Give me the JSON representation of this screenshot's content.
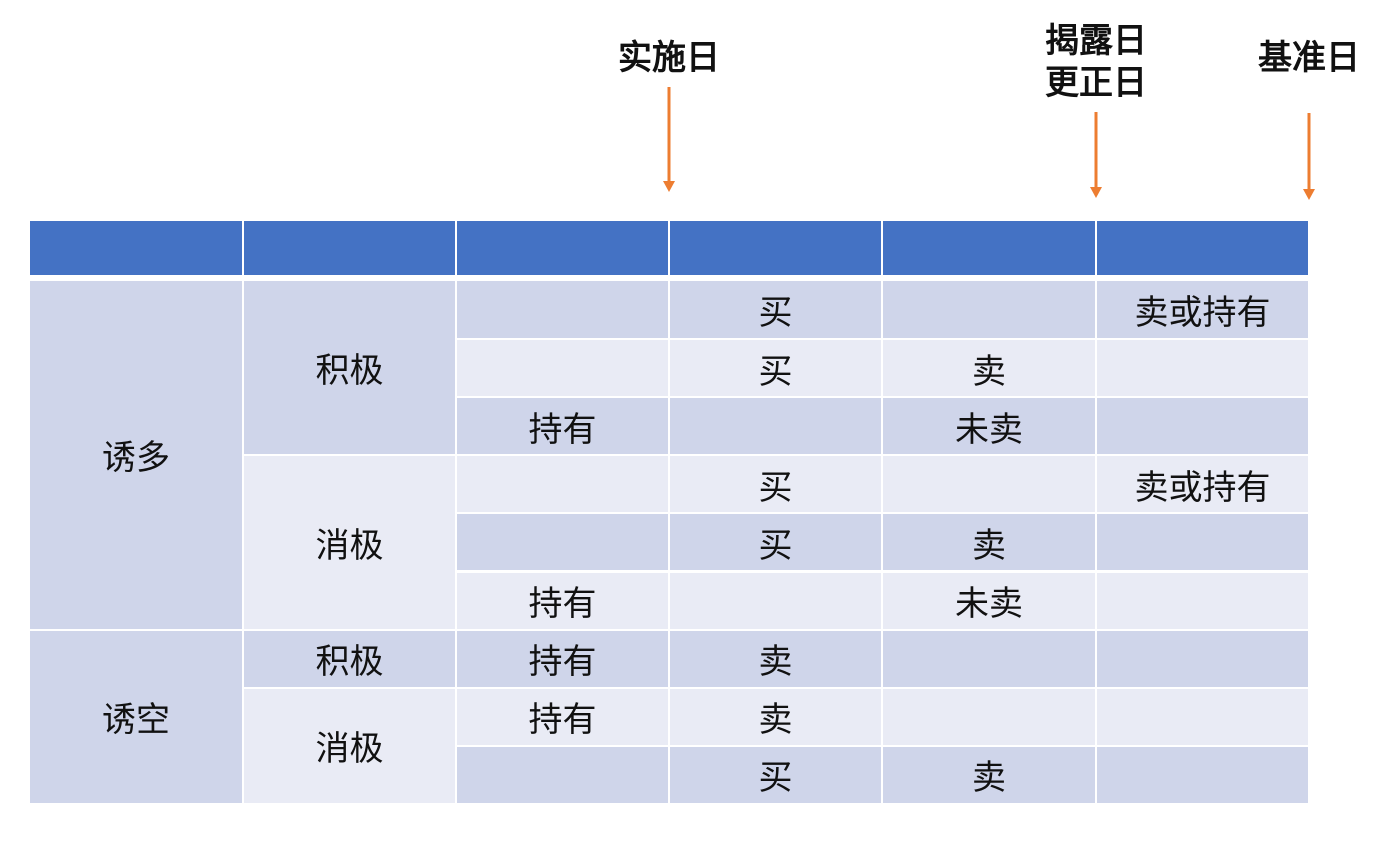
{
  "markers": [
    {
      "name": "marker-implementation-day",
      "lines": [
        "实施日"
      ]
    },
    {
      "name": "marker-disclosure-day",
      "lines": [
        "揭露日",
        "更正日"
      ]
    },
    {
      "name": "marker-base-day",
      "lines": [
        "基准日"
      ]
    }
  ],
  "header": [
    "",
    "",
    "",
    "",
    "",
    ""
  ],
  "groups": [
    {
      "label": "诱多",
      "subgroups": [
        {
          "label": "积极",
          "rows": [
            [
              "",
              "买",
              "",
              "卖或持有"
            ],
            [
              "",
              "买",
              "卖",
              ""
            ],
            [
              "持有",
              "",
              "未卖",
              ""
            ]
          ]
        },
        {
          "label": "消极",
          "rows": [
            [
              "",
              "买",
              "",
              "卖或持有"
            ],
            [
              "",
              "买",
              "卖",
              ""
            ],
            [
              "持有",
              "",
              "未卖",
              ""
            ]
          ]
        }
      ]
    },
    {
      "label": "诱空",
      "subgroups": [
        {
          "label": "积极",
          "rows": [
            [
              "持有",
              "卖",
              "",
              ""
            ]
          ]
        },
        {
          "label": "消极",
          "rows": [
            [
              "持有",
              "卖",
              "",
              ""
            ],
            [
              "",
              "买",
              "卖",
              ""
            ]
          ]
        }
      ]
    }
  ],
  "colors": {
    "header": "#4472C4",
    "row_dark": "#CFD5EA",
    "row_light": "#E9EBF5",
    "arrow": "#ED7D31"
  }
}
